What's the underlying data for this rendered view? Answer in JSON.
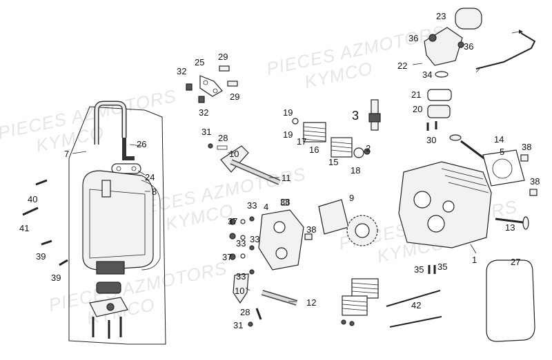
{
  "watermarks": [
    {
      "text": "PIECES AZMOTORS"
    },
    {
      "text": "KYMCO"
    },
    {
      "text": "PIECES AZMOTORS"
    },
    {
      "text": "KYMCO"
    },
    {
      "text": "PIECES AZMOTORS"
    },
    {
      "text": "KYMCO"
    },
    {
      "text": "PIECES AZMOTORS"
    },
    {
      "text": "KYMCO"
    },
    {
      "text": "PIECES AZMOTORS"
    },
    {
      "text": "KYMCO"
    }
  ],
  "labels": {
    "l1": "1",
    "l2": "2",
    "l3": "3",
    "l4": "4",
    "l5": "5",
    "l7": "7",
    "l8": "8",
    "l9": "9",
    "l10a": "10",
    "l10b": "10",
    "l11": "11",
    "l12": "12",
    "l13": "13",
    "l14": "14",
    "l15": "15",
    "l16": "16",
    "l17": "17",
    "l18": "18",
    "l19a": "19",
    "l19b": "19",
    "l20": "20",
    "l21": "21",
    "l22": "22",
    "l23": "23",
    "l24": "24",
    "l25": "25",
    "l26": "26",
    "l27": "27",
    "l28a": "28",
    "l28b": "28",
    "l29a": "29",
    "l29b": "29",
    "l30": "30",
    "l31a": "31",
    "l31b": "31",
    "l32a": "32",
    "l32b": "32",
    "l33a": "33",
    "l33b": "33",
    "l33c": "33",
    "l33d": "33",
    "l34": "34",
    "l35a": "35",
    "l35b": "35",
    "l36a": "36",
    "l36b": "36",
    "l37a": "37",
    "l37b": "37",
    "l38a": "38",
    "l38b": "38",
    "l38c": "38",
    "l38d": "38",
    "l39a": "39",
    "l39b": "39",
    "l40": "40",
    "l41": "41",
    "l42": "42"
  }
}
